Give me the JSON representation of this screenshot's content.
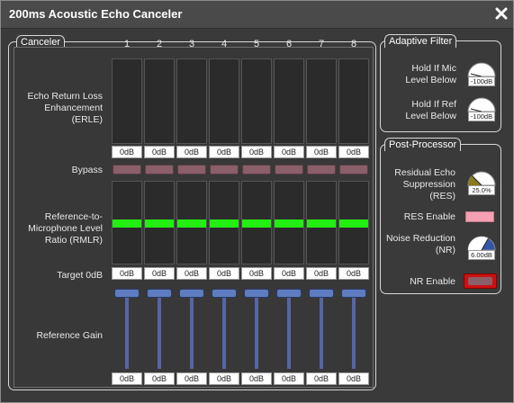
{
  "window": {
    "title": "200ms Acoustic Echo Canceler"
  },
  "canceler": {
    "title": "Canceler",
    "channels": [
      "1",
      "2",
      "3",
      "4",
      "5",
      "6",
      "7",
      "8"
    ],
    "erle_label": "Echo Return Loss Enhancement (ERLE)",
    "erle_values": [
      "0dB",
      "0dB",
      "0dB",
      "0dB",
      "0dB",
      "0dB",
      "0dB",
      "0dB"
    ],
    "bypass_label": "Bypass",
    "rmlr_label": "Reference-to-Microphone Level Ratio (RMLR)",
    "target_label": "Target 0dB",
    "rmlr_values": [
      "0dB",
      "0dB",
      "0dB",
      "0dB",
      "0dB",
      "0dB",
      "0dB",
      "0dB"
    ],
    "ref_gain_label": "Reference Gain",
    "ref_gain_values": [
      "0dB",
      "0dB",
      "0dB",
      "0dB",
      "0dB",
      "0dB",
      "0dB",
      "0dB"
    ]
  },
  "adaptive_filter": {
    "title": "Adaptive Filter",
    "hold_mic_label": "Hold If Mic Level Below",
    "hold_mic_value": "-100dB",
    "hold_ref_label": "Hold If Ref Level Below",
    "hold_ref_value": "-100dB"
  },
  "post_processor": {
    "title": "Post-Processor",
    "res_label": "Residual Echo Suppression (RES)",
    "res_value": "25.0%",
    "res_enable_label": "RES Enable",
    "nr_label": "Noise Reduction (NR)",
    "nr_value": "6.00dB",
    "nr_enable_label": "NR Enable"
  },
  "colors": {
    "rmlr_indicator": "#22ee11",
    "res_enable": "#f5a0b4",
    "nr_enable_border": "#cc1111",
    "res_knob_fill": "#8a7a1a",
    "nr_knob_fill": "#3355aa"
  }
}
